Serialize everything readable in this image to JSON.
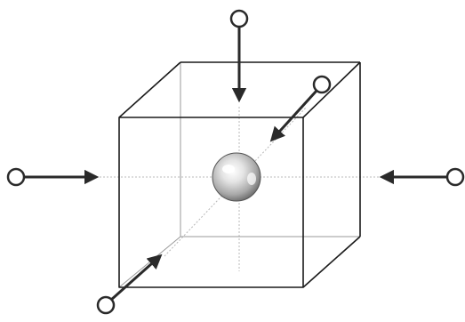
{
  "diagram": {
    "colors": {
      "background": "#ffffff",
      "cube_edges": "#1a1a1a",
      "hidden_edges": "#9a9a9a",
      "axis_lines": "#b5b5b5",
      "arrows": "#2a2a2a",
      "sphere_light": "#ffffff",
      "sphere_mid": "#c8c8c8",
      "sphere_dark": "#6a6a6a"
    },
    "shapes": {
      "cube": "transparent-cube-outline",
      "center": "shaded-sphere",
      "pointers": [
        "pointer-top",
        "pointer-top-right",
        "pointer-left",
        "pointer-right",
        "pointer-bottom-left"
      ]
    }
  }
}
